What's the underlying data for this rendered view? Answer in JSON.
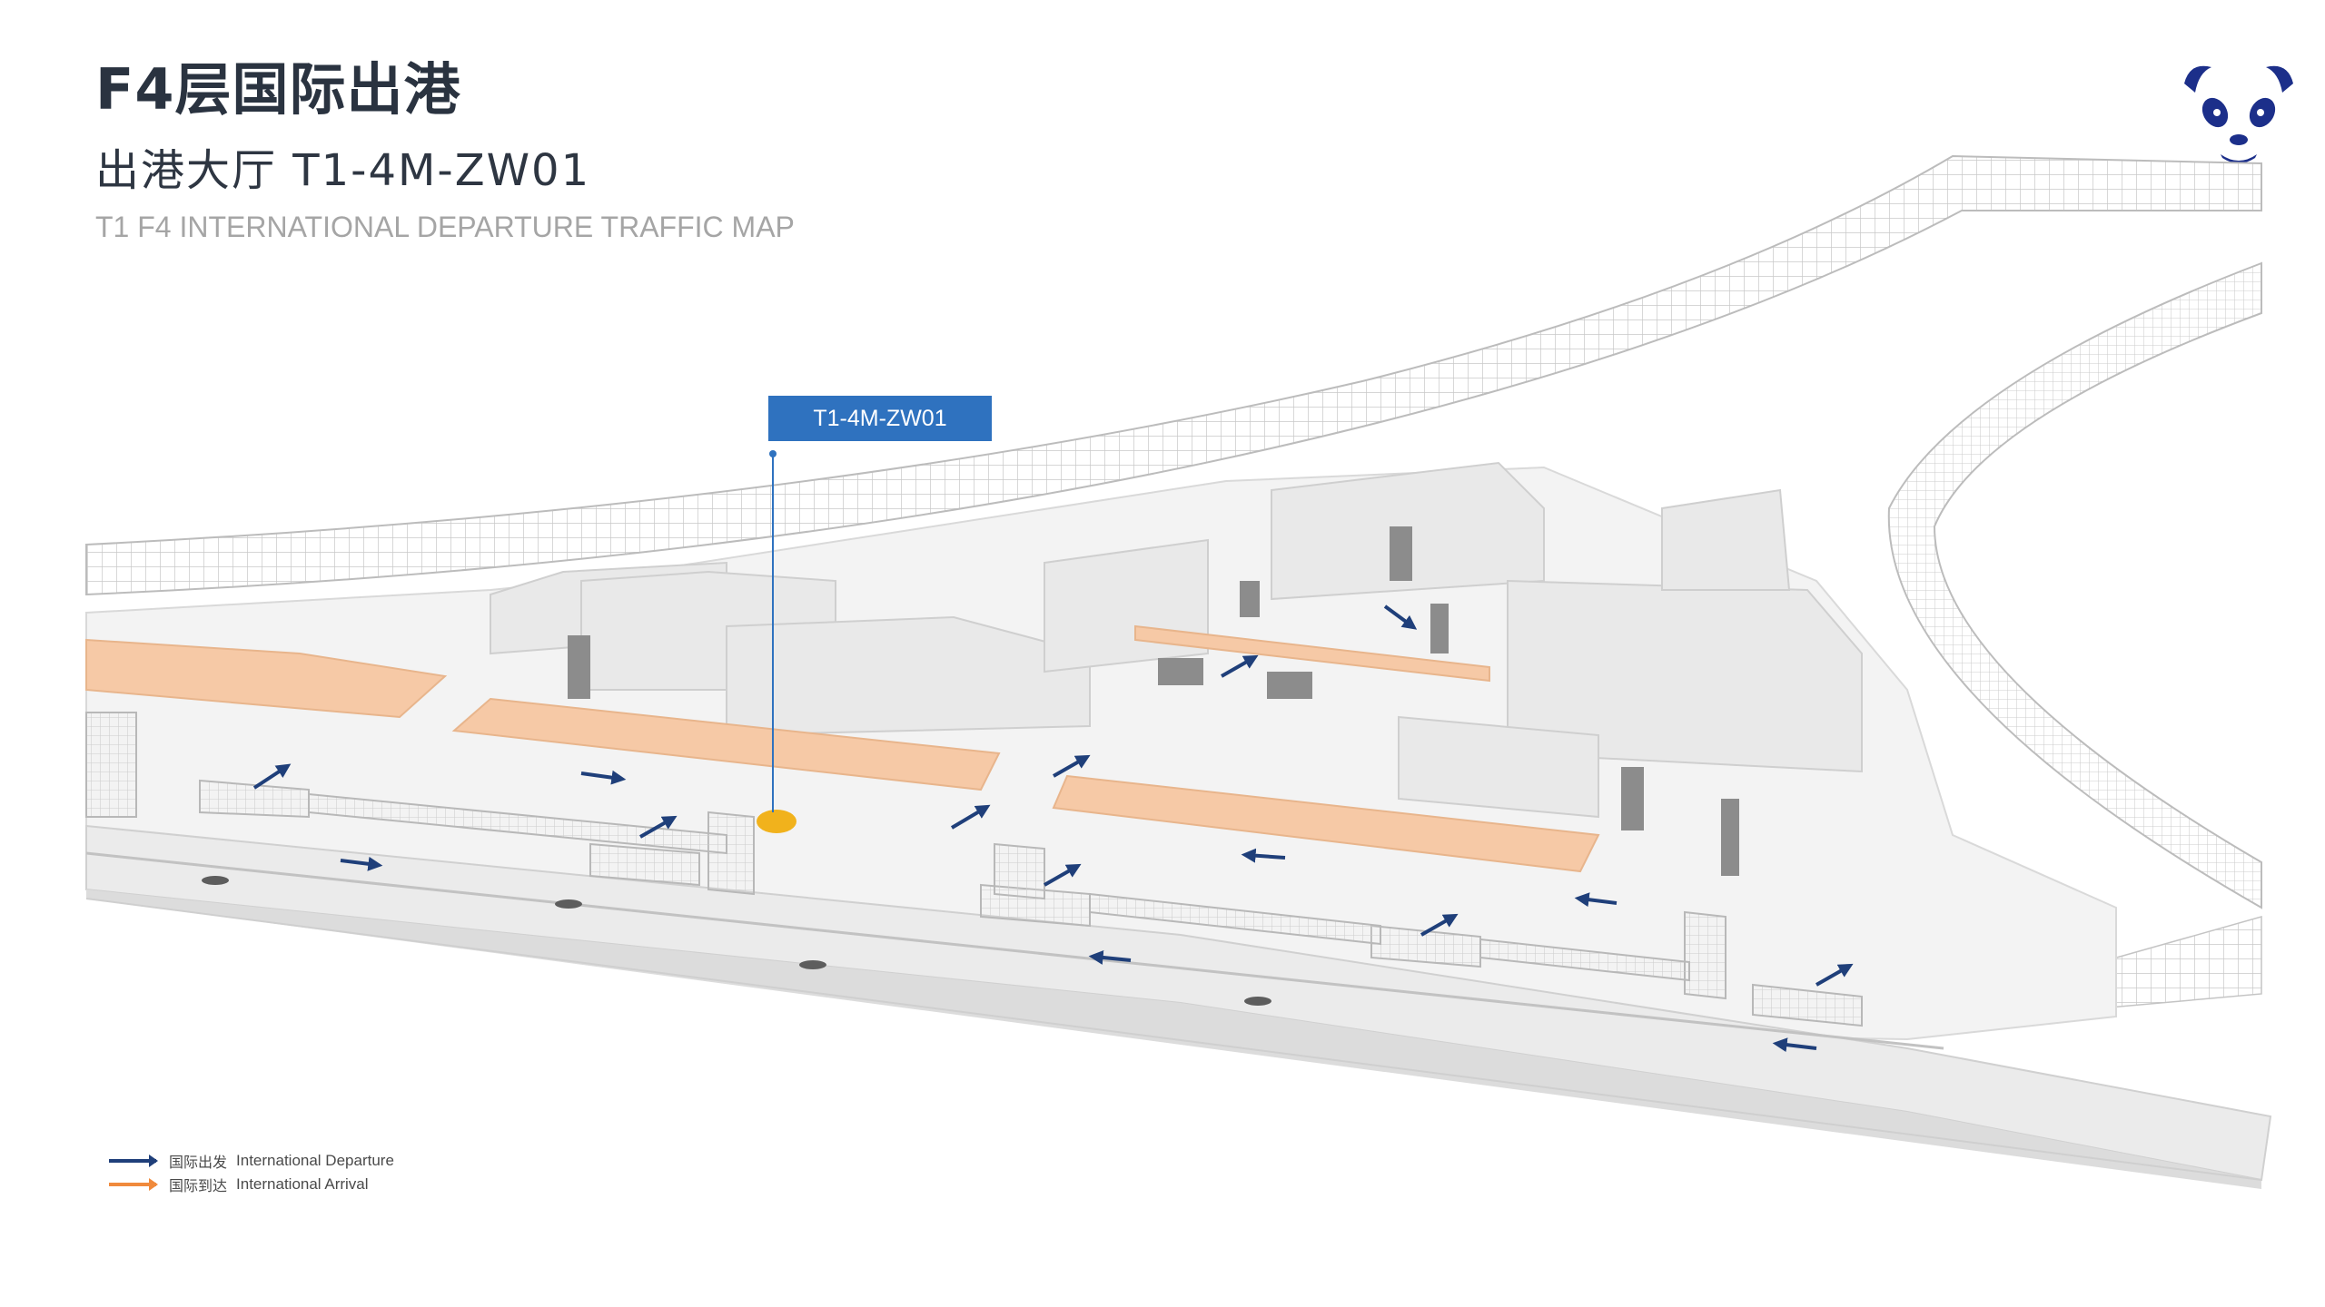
{
  "header": {
    "title": "F4层国际出港",
    "subtitle": "出港大厅  T1-4M-ZW01",
    "english": "T1 F4 INTERNATIONAL DEPARTURE TRAFFIC MAP"
  },
  "map": {
    "callout_label": "T1-4M-ZW01",
    "colors": {
      "departure": "#1f3f7a",
      "arrival": "#f08a3c",
      "counter": "#f6c9a6",
      "structure": "#cfcfcf",
      "marker": "#f1b21c",
      "callout": "#2f72bf"
    }
  },
  "legend": {
    "departure": {
      "cn": "国际出发",
      "en": "International Departure",
      "color": "#1f3f7a"
    },
    "arrival": {
      "cn": "国际到达",
      "en": "International Arrival",
      "color": "#f08a3c"
    }
  },
  "brand": {
    "logo_icon": "panda-icon",
    "colors": {
      "primary": "#1c2f8a"
    }
  }
}
